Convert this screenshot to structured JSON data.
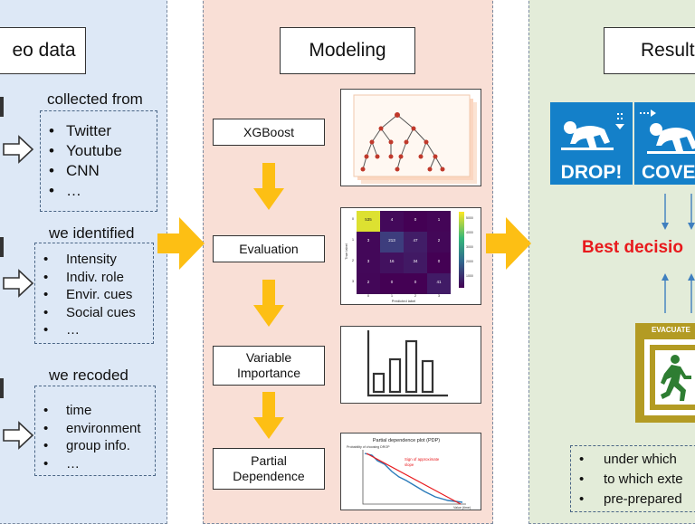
{
  "left": {
    "title": "eo data",
    "sections": [
      {
        "label": "collected from",
        "items": [
          "Twitter",
          "Youtube",
          "CNN",
          "…"
        ]
      },
      {
        "label": "we identified",
        "items": [
          "Intensity",
          "Indiv. role",
          "Envir. cues",
          "Social cues",
          "…"
        ]
      },
      {
        "label": "we recoded",
        "items": [
          "time",
          "environment",
          "group info.",
          "…"
        ]
      }
    ]
  },
  "middle": {
    "title": "Modeling",
    "steps": [
      {
        "label": "XGBoost"
      },
      {
        "label": "Evaluation"
      },
      {
        "label": "Variable Importance"
      },
      {
        "label": "Partial Dependence"
      }
    ],
    "confusion_matrix": {
      "values": [
        [
          535,
          4,
          0,
          1
        ],
        [
          3,
          213,
          47,
          2
        ],
        [
          3,
          16,
          34,
          0
        ],
        [
          2,
          0,
          0,
          41
        ]
      ],
      "xlabel": "Predicted label",
      "ylabel": "True label",
      "ticks": [
        "0",
        "1",
        "2",
        "3"
      ],
      "colorbar_ticks": [
        "5000",
        "4000",
        "3000",
        "2000",
        "1000"
      ]
    },
    "pdp": {
      "title": "Partial dependence plot (PDP)",
      "ylabel": "Probability of choosing DROP",
      "annotation": [
        "Sign of approximate",
        "slope"
      ],
      "xlabel": "Value (time)"
    }
  },
  "right": {
    "title": "Result",
    "signs": [
      "DROP!",
      "COVER"
    ],
    "best_label": "Best decisio",
    "evacuate_label": "EVACUATE",
    "items": [
      "under which",
      "to which exte",
      "pre-prepared"
    ]
  },
  "colors": {
    "arrow": "#fdbf14",
    "accent_red": "#e8191c",
    "sign_blue": "#1480c9",
    "evac_gold": "#b39b23"
  },
  "icons": [
    "decision-tree-icon",
    "bar-chart-icon",
    "drop-sign-icon",
    "cover-sign-icon",
    "exit-sign-icon",
    "hollow-arrow-icon"
  ]
}
